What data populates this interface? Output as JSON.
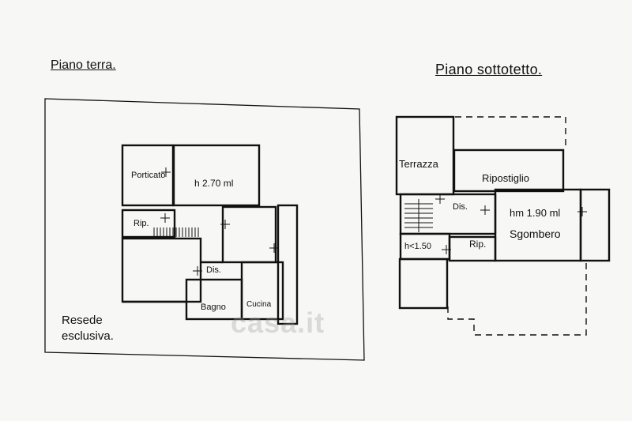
{
  "titles": {
    "ground_floor": "Piano terra.",
    "attic_floor": "Piano sottotetto."
  },
  "ground_floor": {
    "rooms": {
      "porticato": "Porticato",
      "main_room": "h 2.70 ml",
      "rip": "Rip.",
      "dis": "Dis.",
      "bagno": "Bagno",
      "cucina": "Cucina"
    },
    "resede_line1": "Resede",
    "resede_line2": "esclusiva."
  },
  "attic_floor": {
    "rooms": {
      "terrazza": "Terrazza",
      "ripostiglio": "Ripostiglio",
      "dis": "Dis.",
      "height_main": "hm 1.90 ml",
      "sgombero": "Sgombero",
      "height_low": "h<1.50",
      "rip": "Rip."
    }
  },
  "watermark": "casa.it",
  "colors": {
    "ink": "#111111",
    "paper": "#f7f7f5"
  }
}
